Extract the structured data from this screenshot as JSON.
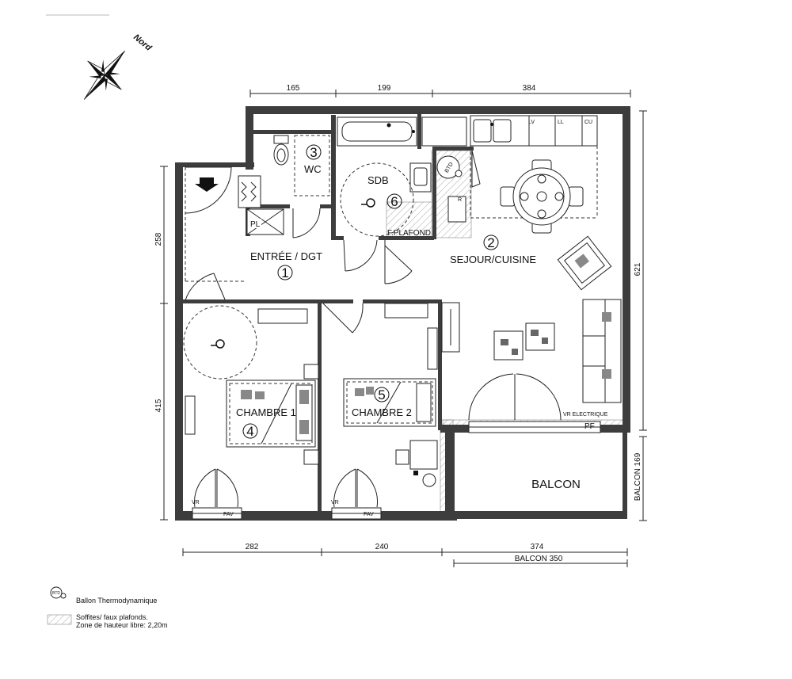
{
  "compass": {
    "label": "Nord"
  },
  "rooms": {
    "entree": {
      "label": "ENTRÉE / DGT",
      "number": "1"
    },
    "sejour": {
      "label": "SEJOUR/CUISINE",
      "number": "2"
    },
    "wc": {
      "label": "WC",
      "number": "3"
    },
    "chambre1": {
      "label": "CHAMBRE 1",
      "number": "4"
    },
    "chambre2": {
      "label": "CHAMBRE 2",
      "number": "5"
    },
    "sdb": {
      "label": "SDB",
      "number": "6"
    },
    "balcon": {
      "label": "BALCON"
    }
  },
  "fixtures": {
    "placard": "PL",
    "faux_plafond": "F.PLAFOND",
    "lave_vaisselle": "LV",
    "lave_linge": "LL",
    "cuisson": "CU",
    "refrigerateur": "R",
    "ballon": "BTD",
    "volet_roulant": "VR ELECTRIQUE",
    "porte_fenetre": "PF",
    "fenetre_1": "FAV",
    "fenetre_2": "FAV",
    "vr_1": "VR",
    "vr_2": "VR"
  },
  "dimensions": {
    "top": [
      "165",
      "199",
      "384"
    ],
    "left": [
      "258",
      "415"
    ],
    "right_main": "621",
    "right_balcon": "BALCON 169",
    "bottom": [
      "282",
      "240",
      "374"
    ],
    "bottom_balcon": "BALCON 350"
  },
  "legend": {
    "ballon": "Ballon Thermodynamique",
    "soffites_line1": "Soffites/ faux plafonds.",
    "soffites_line2": "Zone de hauteur libre: 2,20m"
  }
}
